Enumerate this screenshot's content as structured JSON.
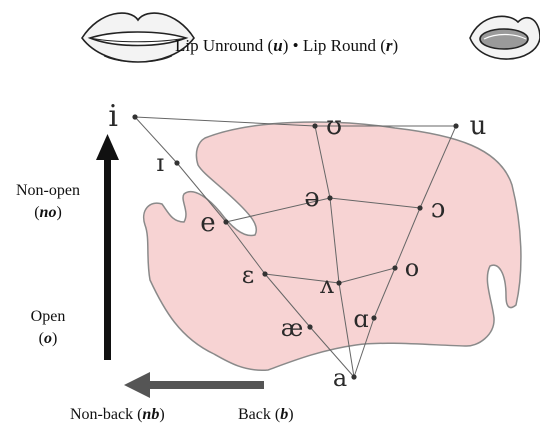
{
  "legend": {
    "unround_text": "Lip Unround (",
    "unround_abbr": "u",
    "round_text": "Lip Round (",
    "round_abbr": "r",
    "close": ")",
    "separator": "•"
  },
  "axes": {
    "nonopen_text": "Non-open",
    "nonopen_abbr": "no",
    "open_text": "Open",
    "open_abbr": "o",
    "nonback_text": "Non-back (",
    "nonback_abbr": "nb",
    "back_text": "Back (",
    "back_abbr": "b",
    "close": ")"
  },
  "vowels": [
    {
      "id": "i",
      "symbol": "i"
    },
    {
      "id": "small-capital-i",
      "symbol": "ɪ"
    },
    {
      "id": "e",
      "symbol": "e"
    },
    {
      "id": "open-e",
      "symbol": "ɛ"
    },
    {
      "id": "ae",
      "symbol": "æ"
    },
    {
      "id": "a",
      "symbol": "a"
    },
    {
      "id": "upsilon",
      "symbol": "ʊ"
    },
    {
      "id": "u",
      "symbol": "u"
    },
    {
      "id": "schwa",
      "symbol": "ə"
    },
    {
      "id": "open-o",
      "symbol": "ɔ"
    },
    {
      "id": "o",
      "symbol": "o"
    },
    {
      "id": "wedge",
      "symbol": "ʌ"
    },
    {
      "id": "script-a",
      "symbol": "ɑ"
    }
  ],
  "colors": {
    "mouth_fill": "#f7d3d3",
    "mouth_stroke": "#8a8a8a",
    "line": "#666666",
    "up_arrow": "#111111",
    "left_arrow": "#555555"
  },
  "icons": {
    "unround_lips": "unround-lips-icon",
    "round_lips": "round-lips-icon"
  }
}
